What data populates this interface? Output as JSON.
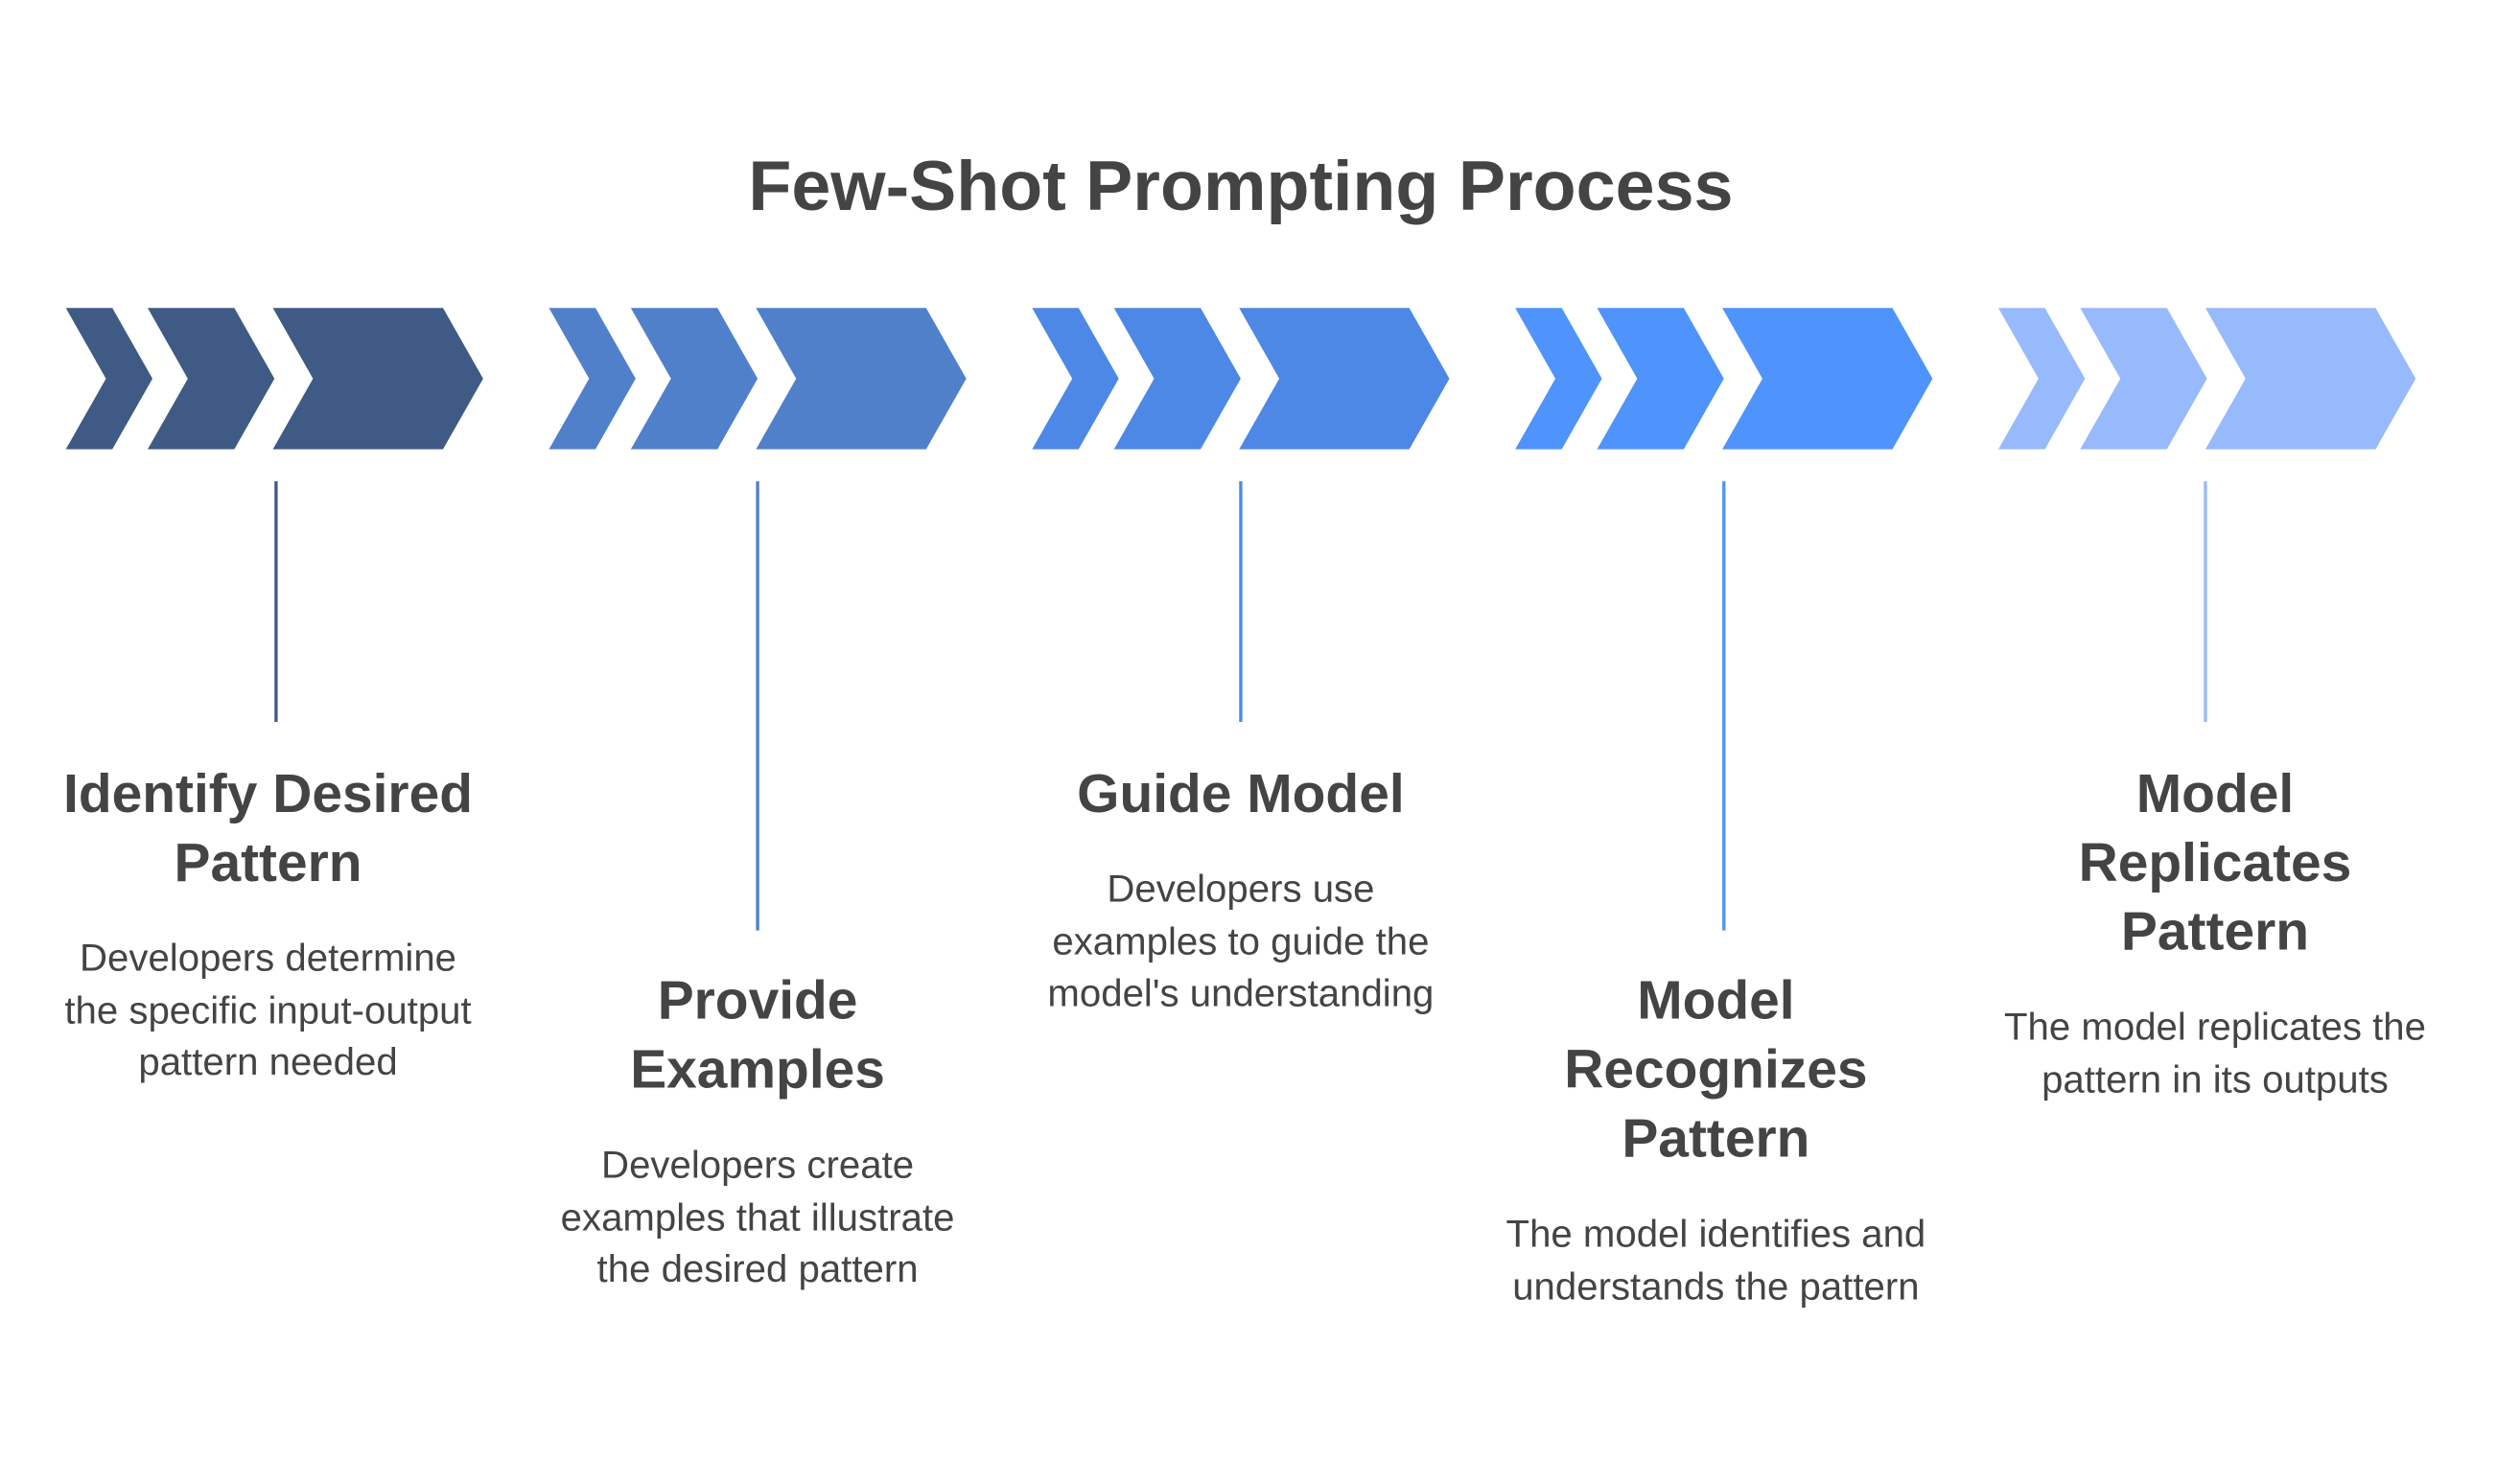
{
  "title": "Few-Shot Prompting Process",
  "steps": [
    {
      "title": "Identify Desired Pattern",
      "description": "Developers determine the specific input-output pattern needed",
      "color": "#3e5a85"
    },
    {
      "title": "Provide Examples",
      "description": "Developers create examples that illustrate the desired pattern",
      "color": "#5180cb"
    },
    {
      "title": "Guide Model",
      "description": "Developers use examples to guide the model's understanding",
      "color": "#4d88e7"
    },
    {
      "title": "Model Recognizes Pattern",
      "description": "The model identifies and understands the pattern",
      "color": "#4f93fc"
    },
    {
      "title": "Model Replicates Pattern",
      "description": "The model replicates the pattern in its outputs",
      "color": "#97bafd"
    }
  ]
}
